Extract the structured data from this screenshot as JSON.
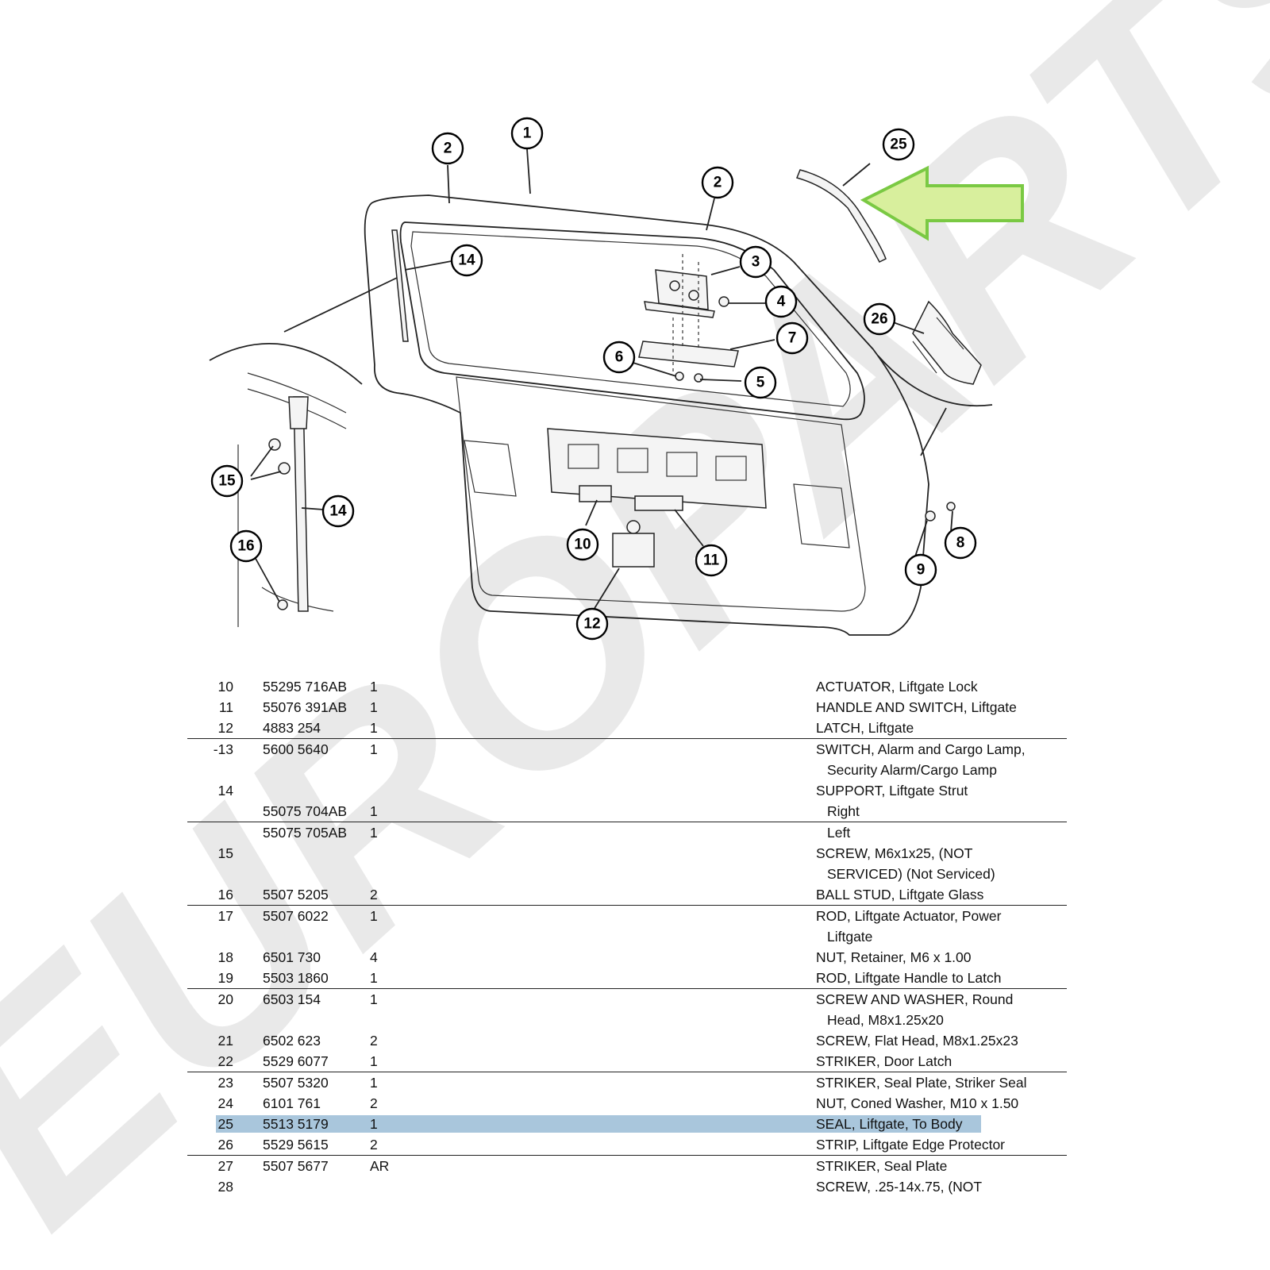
{
  "watermark": "EUROPARTS",
  "arrow_color": "#7ac943",
  "highlight_color": "#a9c6dc",
  "callouts": {
    "c1": "1",
    "c2a": "2",
    "c2b": "2",
    "c3": "3",
    "c4": "4",
    "c5": "5",
    "c6": "6",
    "c7": "7",
    "c8": "8",
    "c9": "9",
    "c10": "10",
    "c11": "11",
    "c12": "12",
    "c14a": "14",
    "c14b": "14",
    "c15": "15",
    "c16": "16",
    "c25": "25",
    "c26": "26"
  },
  "parts_table": [
    {
      "item": "10",
      "part": "55295 716AB",
      "qty": "1",
      "desc": "ACTUATOR, Liftgate Lock"
    },
    {
      "item": "11",
      "part": "55076 391AB",
      "qty": "1",
      "desc": "HANDLE AND SWITCH, Liftgate"
    },
    {
      "item": "12",
      "part": "4883 254",
      "qty": "1",
      "desc": "LATCH, Liftgate"
    },
    {
      "item": "-13",
      "part": "5600 5640",
      "qty": "1",
      "desc": "SWITCH, Alarm and Cargo Lamp,"
    },
    {
      "item": "",
      "part": "",
      "qty": "",
      "desc": "Security Alarm/Cargo Lamp"
    },
    {
      "item": "14",
      "part": "",
      "qty": "",
      "desc": "SUPPORT, Liftgate Strut"
    },
    {
      "item": "",
      "part": "55075 704AB",
      "qty": "1",
      "desc": "Right"
    },
    {
      "item": "",
      "part": "55075 705AB",
      "qty": "1",
      "desc": "Left"
    },
    {
      "item": "15",
      "part": "",
      "qty": "",
      "desc": "SCREW, M6x1x25, (NOT"
    },
    {
      "item": "",
      "part": "",
      "qty": "",
      "desc": "SERVICED) (Not Serviced)"
    },
    {
      "item": "16",
      "part": "5507 5205",
      "qty": "2",
      "desc": "BALL STUD, Liftgate Glass"
    },
    {
      "item": "17",
      "part": "5507 6022",
      "qty": "1",
      "desc": "ROD, Liftgate Actuator, Power"
    },
    {
      "item": "",
      "part": "",
      "qty": "",
      "desc": "Liftgate"
    },
    {
      "item": "18",
      "part": "6501 730",
      "qty": "4",
      "desc": "NUT, Retainer, M6 x 1.00"
    },
    {
      "item": "19",
      "part": "5503 1860",
      "qty": "1",
      "desc": "ROD, Liftgate Handle to Latch"
    },
    {
      "item": "20",
      "part": "6503 154",
      "qty": "1",
      "desc": "SCREW AND WASHER, Round"
    },
    {
      "item": "",
      "part": "",
      "qty": "",
      "desc": "Head, M8x1.25x20"
    },
    {
      "item": "21",
      "part": "6502 623",
      "qty": "2",
      "desc": "SCREW, Flat Head, M8x1.25x23"
    },
    {
      "item": "22",
      "part": "5529 6077",
      "qty": "1",
      "desc": "STRIKER, Door Latch"
    },
    {
      "item": "23",
      "part": "5507 5320",
      "qty": "1",
      "desc": "STRIKER, Seal Plate, Striker Seal"
    },
    {
      "item": "24",
      "part": "6101 761",
      "qty": "2",
      "desc": "NUT, Coned Washer, M10 x 1.50"
    },
    {
      "item": "25",
      "part": "5513 5179",
      "qty": "1",
      "desc": "SEAL, Liftgate, To Body"
    },
    {
      "item": "26",
      "part": "5529 5615",
      "qty": "2",
      "desc": "STRIP, Liftgate Edge Protector"
    },
    {
      "item": "27",
      "part": "5507 5677",
      "qty": "AR",
      "desc": "STRIKER, Seal Plate"
    },
    {
      "item": "28",
      "part": "",
      "qty": "",
      "desc": "SCREW, .25-14x.75, (NOT"
    }
  ]
}
